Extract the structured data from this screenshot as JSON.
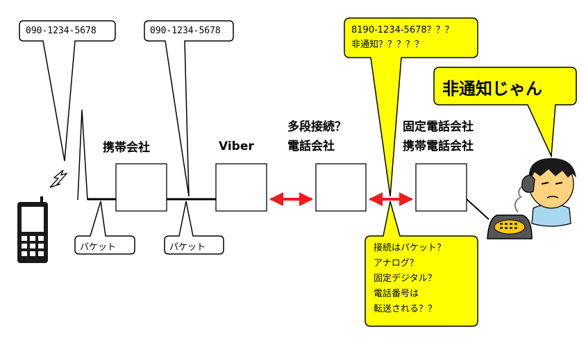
{
  "nodes": {
    "carrier": "携帯会社",
    "viber": "Viber",
    "multi_hop_line1": "多段接続？",
    "multi_hop_line2": "電話会社",
    "fixed_line1": "固定電話会社",
    "fixed_line2": "携帯電話会社"
  },
  "callouts": {
    "phone_number_1": "090-1234-5678",
    "phone_number_2": "090-1234-5678",
    "received_line1": "8190-1234-5678？？？",
    "received_line2": "非通知？？？？？",
    "packet_1": "パケット",
    "packet_2": "パケット",
    "question_lines": [
      "接続はパケット？",
      "アナログ？",
      "固定デジタル？",
      "電話番号は",
      "転送される？？"
    ],
    "receiver_speech": "非通知じゃん"
  },
  "colors": {
    "bubble_yellow": "#ffff00",
    "arrow_red": "#ee1c1c",
    "outline": "#000000",
    "face": "#ffd27f",
    "hair": "#1a1a1a",
    "shirt": "#a8d8f0",
    "phone_body": "#555555"
  },
  "icons": [
    "cell-phone-icon",
    "signal-bolt-icon",
    "antenna-icon",
    "desk-phone-icon",
    "person-icon"
  ]
}
